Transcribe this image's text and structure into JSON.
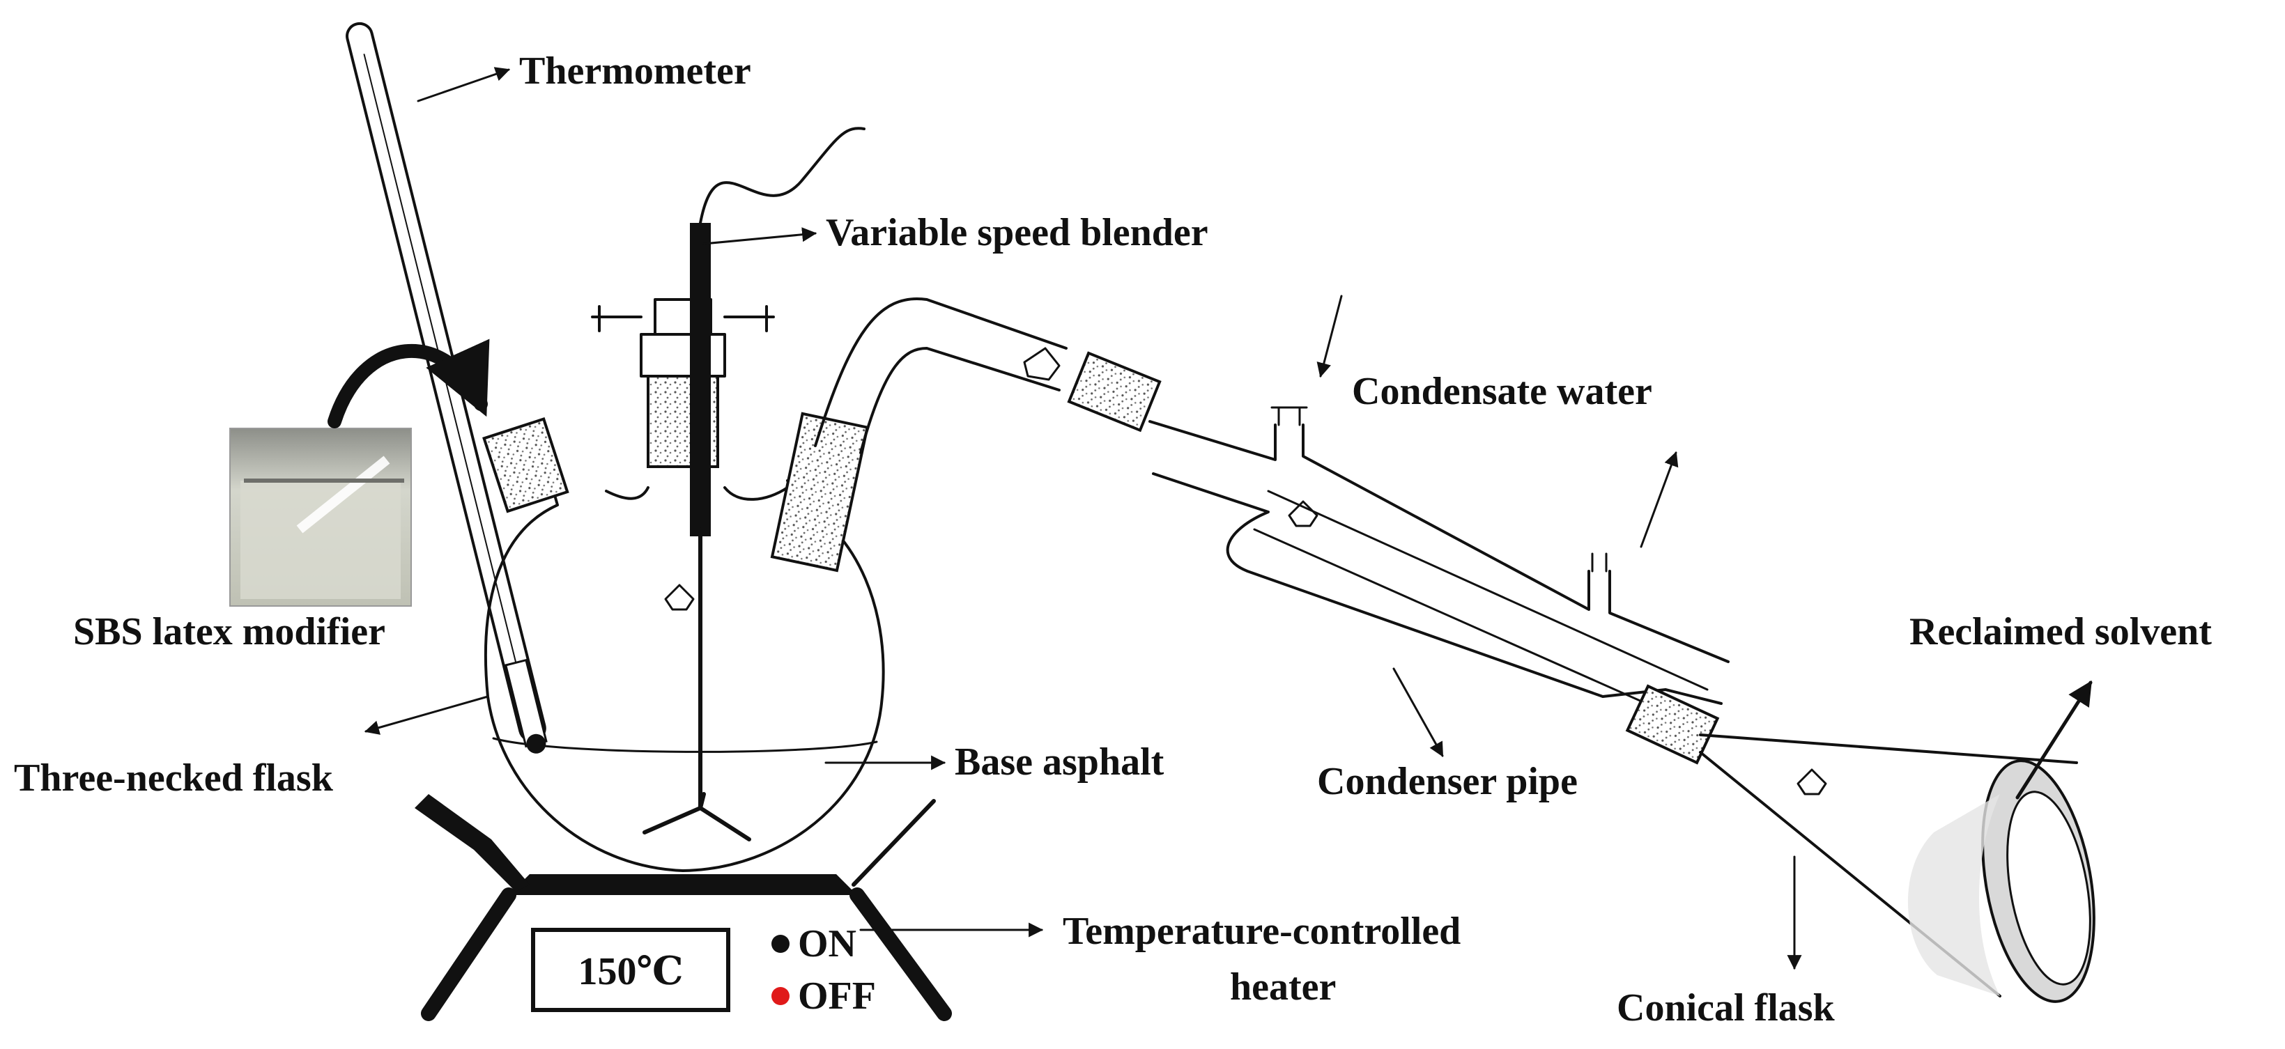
{
  "labels": {
    "thermometer": "Thermometer",
    "blender": "Variable speed blender",
    "condensate_water": "Condensate water",
    "sbs": "SBS latex modifier",
    "three_necked": "Three-necked flask",
    "base_asphalt": "Base asphalt",
    "condenser_pipe": "Condenser pipe",
    "reclaimed_solvent": "Reclaimed solvent",
    "heater_line1": "Temperature-controlled",
    "heater_line2": "heater",
    "conical_flask": "Conical flask"
  },
  "heater_display": {
    "temperature": "150℃",
    "on_label": "ON",
    "off_label": "OFF"
  },
  "colors": {
    "ink": "#111111",
    "off_indicator": "#e01a1a",
    "on_indicator": "#111111",
    "solvent_fill": "#d9d9d9",
    "latex_photo": "#c9ccbe"
  },
  "icons": {
    "curved_arrow": "curved-arrow-icon"
  }
}
